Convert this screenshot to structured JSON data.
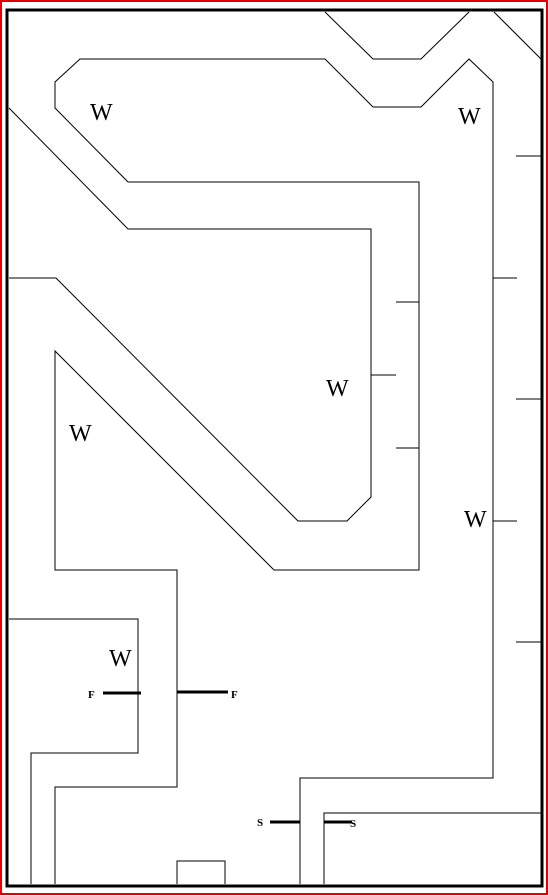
{
  "colors": {
    "outer_border": "#e00000",
    "lines": "#000000",
    "background": "#ffffff"
  },
  "labels": {
    "w1": "W",
    "w2": "W",
    "w3": "W",
    "w4": "W",
    "w5": "W",
    "w6": "W",
    "f_left": "F",
    "f_right": "F",
    "s_left": "S",
    "s_right": "S"
  }
}
